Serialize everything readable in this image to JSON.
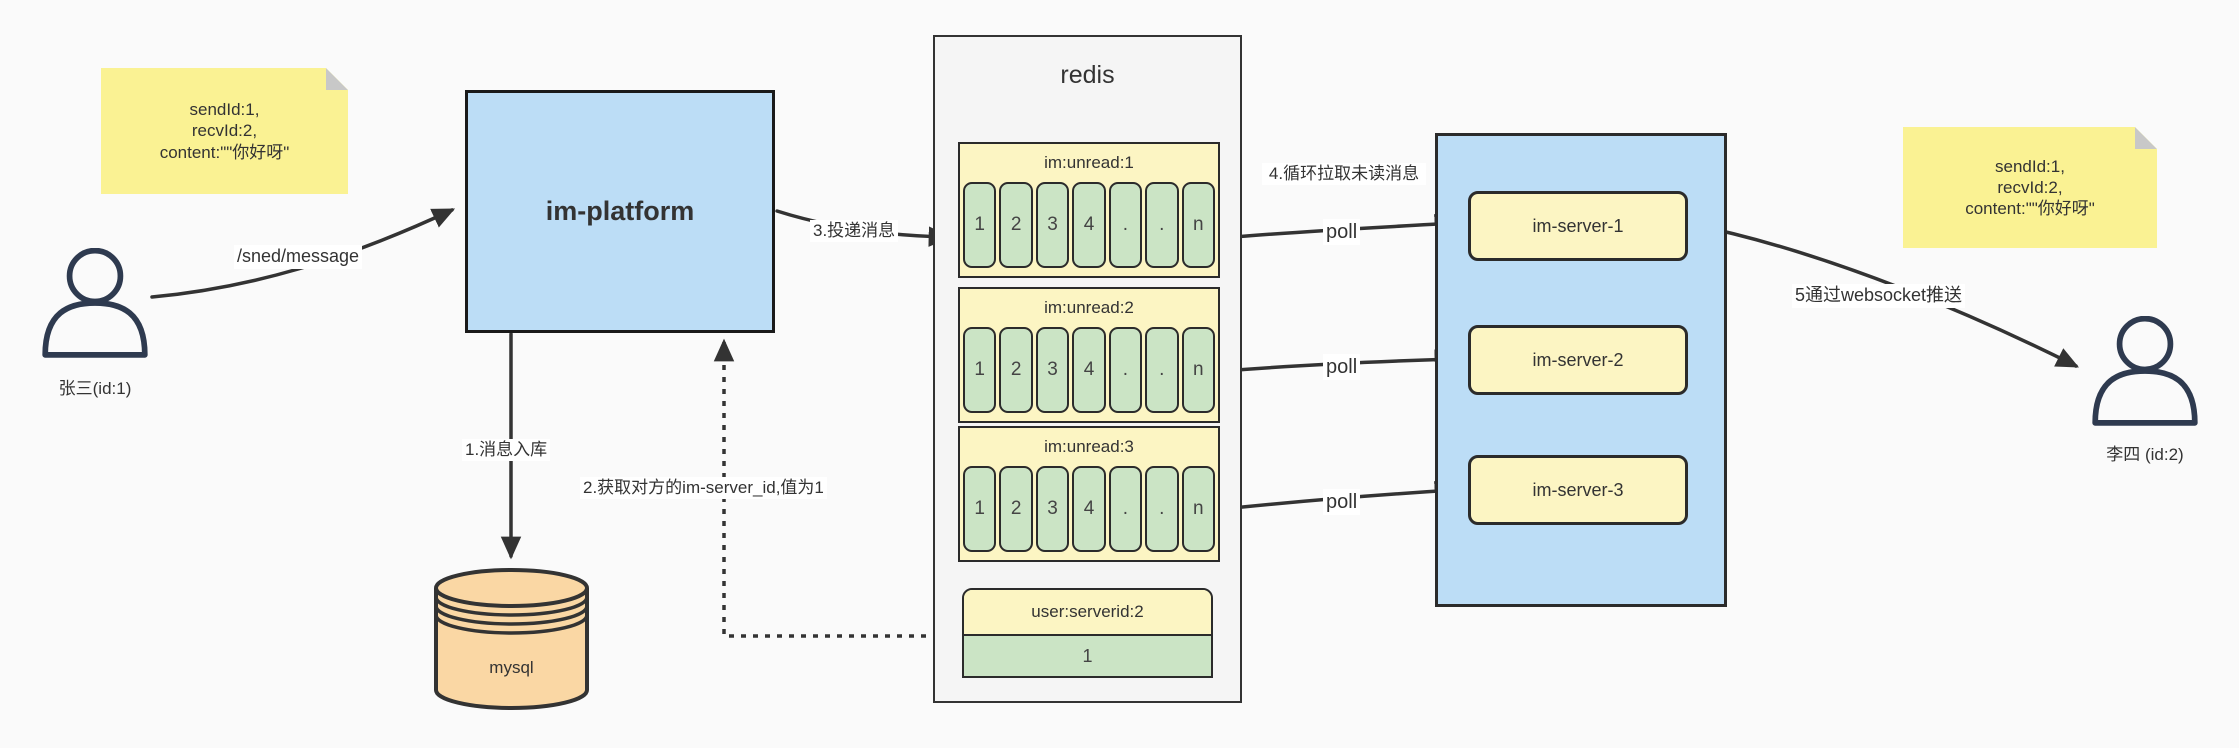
{
  "canvas": {
    "background": "#fafafa"
  },
  "colors": {
    "note_yellow": "#faf293",
    "pale_yellow": "#fcf5c3",
    "cell_green": "#cbe4c5",
    "box_blue": "#bcddf6",
    "mysql_orange": "#fad7a4",
    "container_gray": "#f5f5f5",
    "line_dark": "#333333"
  },
  "notes": {
    "left": {
      "line1": "sendId:1,",
      "line2": "recvId:2,",
      "line3": "content:\"\"你好呀\""
    },
    "right": {
      "line1": "sendId:1,",
      "line2": "recvId:2,",
      "line3": "content:\"\"你好呀\""
    }
  },
  "actors": {
    "sender": {
      "label": "张三(id:1)"
    },
    "receiver": {
      "label": "李四 (id:2)"
    }
  },
  "platform": {
    "label": "im-platform"
  },
  "database": {
    "label": "mysql"
  },
  "redis": {
    "title": "redis",
    "queues": [
      {
        "header": "im:unread:1",
        "cells": [
          "1",
          "2",
          "3",
          "4",
          ".",
          ".",
          "n"
        ]
      },
      {
        "header": "im:unread:2",
        "cells": [
          "1",
          "2",
          "3",
          "4",
          ".",
          ".",
          "n"
        ]
      },
      {
        "header": "im:unread:3",
        "cells": [
          "1",
          "2",
          "3",
          "4",
          ".",
          ".",
          "n"
        ]
      }
    ],
    "kv": {
      "header": "user:serverid:2",
      "value": "1"
    }
  },
  "servers": {
    "items": [
      {
        "label": "im-server-1"
      },
      {
        "label": "im-server-2"
      },
      {
        "label": "im-server-3"
      }
    ]
  },
  "edges": {
    "send_label": "/sned/message",
    "store_label": "1.消息入库",
    "get_server_id_label": "2.获取对方的im-server_id,值为1",
    "deliver_label": "3.投递消息",
    "pull_label": "4.循环拉取未读消息",
    "poll_label_1": "poll",
    "poll_label_2": "poll",
    "poll_label_3": "poll",
    "push_label": "5通过websocket推送"
  }
}
